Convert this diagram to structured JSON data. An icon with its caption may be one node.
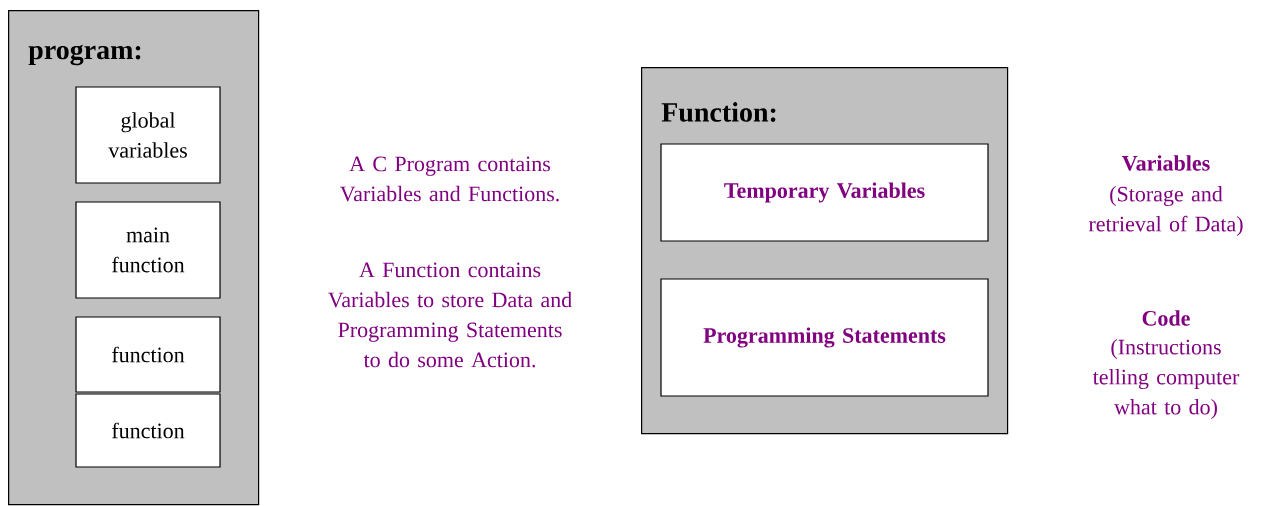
{
  "diagram": {
    "nodes": [
      {
        "text": [
          "program:"
        ]
      },
      {
        "text": [
          "global variables"
        ],
        "in": 0
      },
      {
        "text": [
          "main function"
        ],
        "in": 0
      },
      {
        "text": [
          "function"
        ],
        "in": 0
      },
      {
        "text": [
          "function"
        ],
        "in": 0
      },
      {
        "text": [
          "Function:"
        ]
      },
      {
        "text": [
          "Temporary Variables"
        ],
        "in": 5
      },
      {
        "text": [
          "Programming Statements"
        ],
        "in": 5
      }
    ],
    "labels": [
      "A C Program contains Variables and Functions.",
      "A Function contains Variables to store Data and Programming Statements to do some Action.",
      "Variables",
      "(Storage and retrieval of Data)",
      "Code",
      "(Instructions telling computer what to do)"
    ]
  }
}
